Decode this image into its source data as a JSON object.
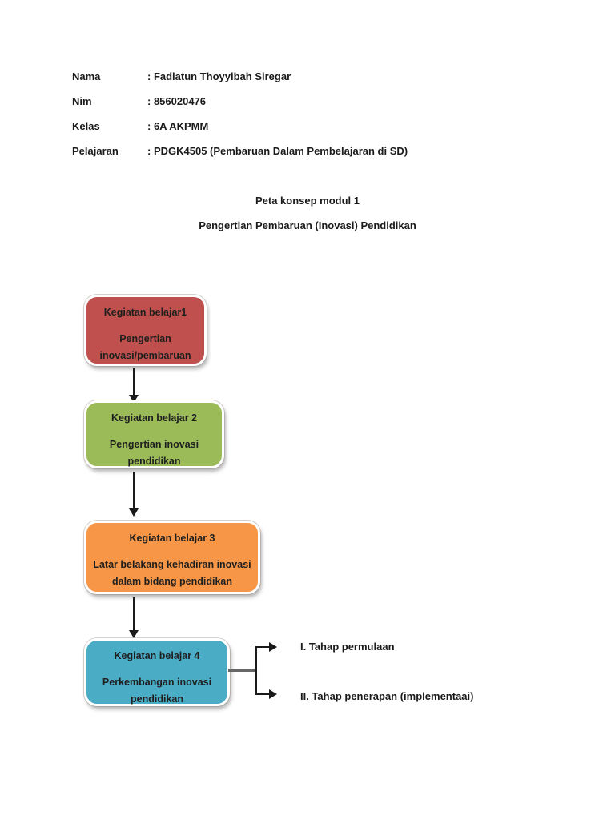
{
  "document": {
    "header": {
      "fields": [
        {
          "label": "Nama",
          "value": ": Fadlatun Thoyyibah Siregar"
        },
        {
          "label": "Nim",
          "value": ": 856020476"
        },
        {
          "label": "Kelas",
          "value": ": 6A AKPMM"
        },
        {
          "label": "Pelajaran",
          "value": ": PDGK4505 (Pembaruan Dalam Pembelajaran di SD)"
        }
      ]
    },
    "titles": {
      "line1": "Peta konsep modul 1",
      "line2": "Pengertian Pembaruan (Inovasi) Pendidikan"
    },
    "diagram": {
      "nodes": [
        {
          "title": "Kegiatan belajar1",
          "desc": [
            "Pengertian",
            "inovasi/pembaruan"
          ],
          "fill": "#c0504d"
        },
        {
          "title": "Kegiatan belajar 2",
          "desc": [
            "Pengertian inovasi",
            "pendidikan"
          ],
          "fill": "#9bbb59"
        },
        {
          "title": "Kegiatan belajar 3",
          "desc": [
            "Latar belakang kehadiran inovasi",
            "dalam bidang pendidikan"
          ],
          "fill": "#f79646"
        },
        {
          "title": "Kegiatan belajar 4",
          "desc": [
            "Perkembangan inovasi",
            "pendidikan"
          ],
          "fill": "#4bacc6"
        }
      ],
      "branches": [
        {
          "label": "I. Tahap permulaan"
        },
        {
          "label": "II. Tahap penerapan (implementaai)"
        }
      ],
      "text_color": "#1f1f1f",
      "line_color": "#1a1a1a",
      "stub_color": "#666666"
    }
  }
}
